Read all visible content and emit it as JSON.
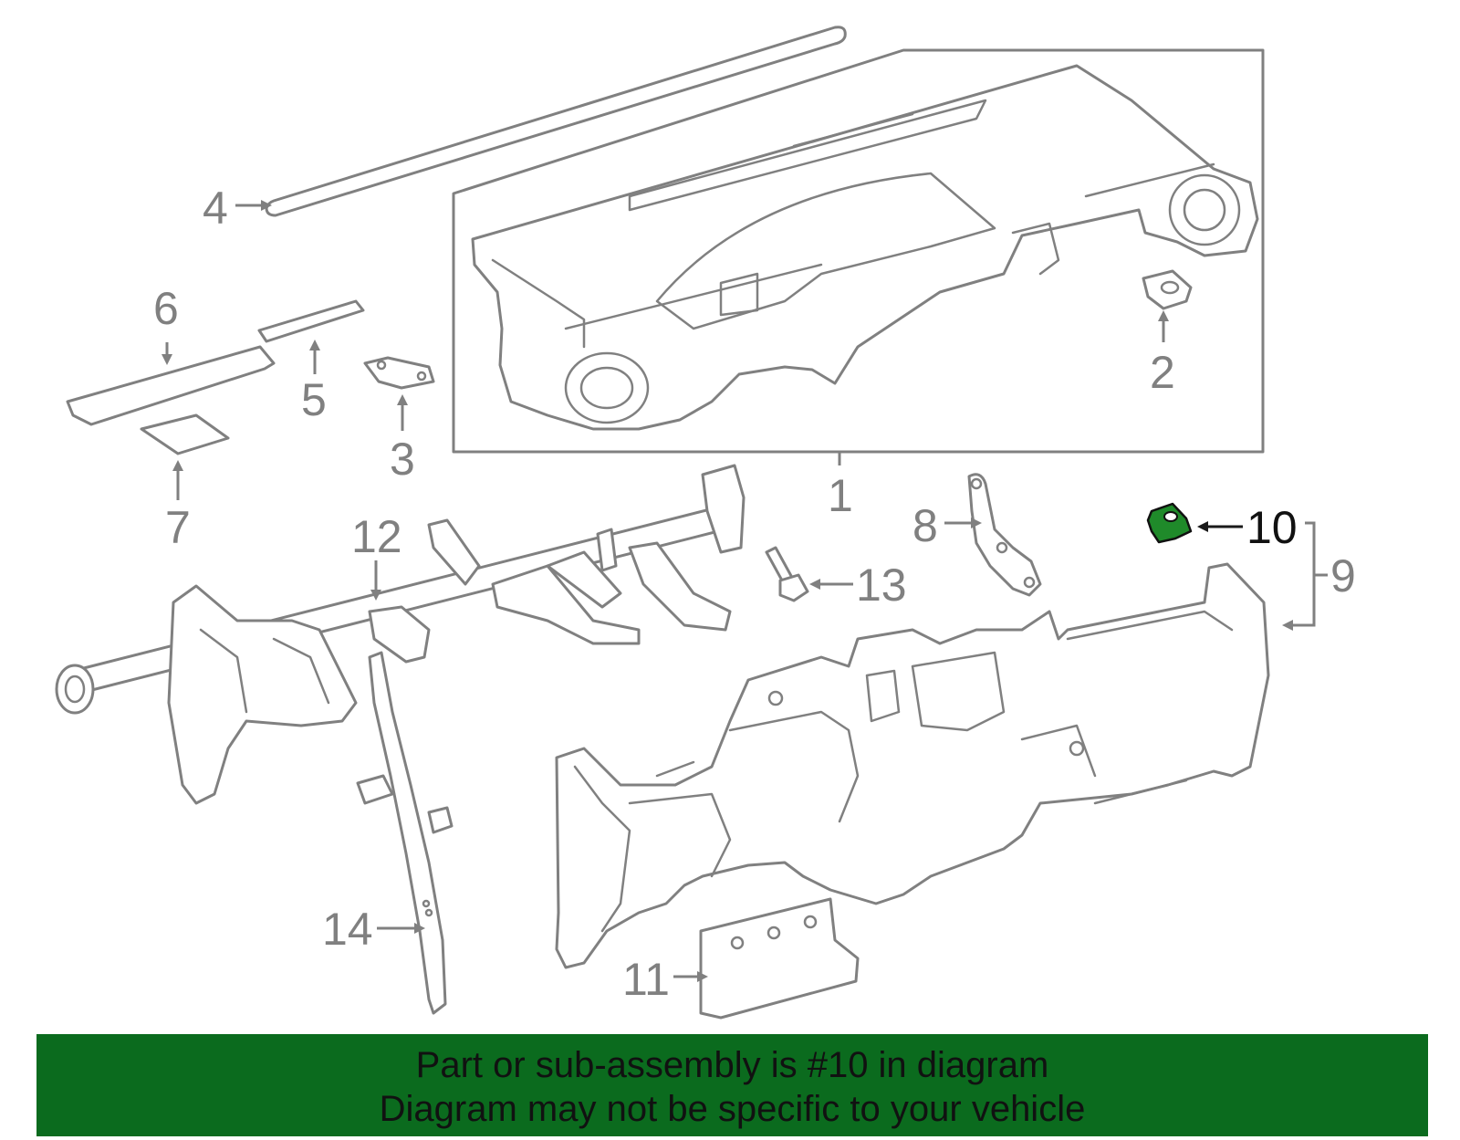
{
  "diagram": {
    "callouts": [
      {
        "id": "1",
        "label": "1"
      },
      {
        "id": "2",
        "label": "2"
      },
      {
        "id": "3",
        "label": "3"
      },
      {
        "id": "4",
        "label": "4"
      },
      {
        "id": "5",
        "label": "5"
      },
      {
        "id": "6",
        "label": "6"
      },
      {
        "id": "7",
        "label": "7"
      },
      {
        "id": "8",
        "label": "8"
      },
      {
        "id": "9",
        "label": "9"
      },
      {
        "id": "10",
        "label": "10"
      },
      {
        "id": "11",
        "label": "11"
      },
      {
        "id": "12",
        "label": "12"
      },
      {
        "id": "13",
        "label": "13"
      },
      {
        "id": "14",
        "label": "14"
      }
    ],
    "highlighted_part": "10"
  },
  "banner": {
    "line1": "Part or sub-assembly is #10 in diagram",
    "line2": "Diagram may not be specific to your vehicle"
  },
  "colors": {
    "banner_bg": "#0b6b1e",
    "part_highlight": "#1f8a2a",
    "line_gray": "#808080"
  }
}
